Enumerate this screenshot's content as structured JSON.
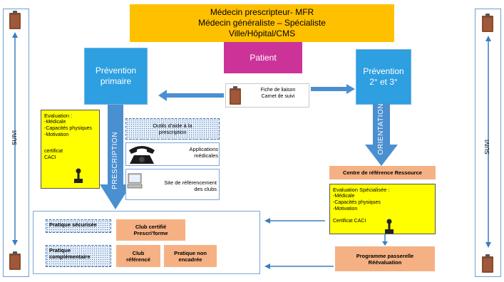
{
  "header": {
    "line1": "Médecin prescripteur- MFR",
    "line2": "Médecin généraliste – Spécialiste",
    "line3": "Ville/Hôpital/CMS"
  },
  "patient": "Patient",
  "prevention_primaire": {
    "line1": "Prévention",
    "line2": "primaire"
  },
  "prevention_secondaire": {
    "line1": "Prévention",
    "line2": "2° et 3°"
  },
  "fiche": {
    "line1": "Fiche de liaison",
    "line2": "Carnet de suivi"
  },
  "evaluation": {
    "title": "Evaluation :",
    "items": [
      "-Médicale",
      "-Capacités physiques",
      "-Motivation"
    ],
    "cert1": "certificat",
    "cert2": "CACI"
  },
  "prescription": "PRESCRIPTION",
  "orientation": "ORIENTATION",
  "tools": {
    "outils_line1": "Outils d'aide à la",
    "outils_line2": "prescription",
    "apps_line1": "Applications",
    "apps_line2": "médicales",
    "site_line1": "Site de référencement",
    "site_line2": "des clubs"
  },
  "centre": "Centre de référence Ressource",
  "eval_spec": {
    "title": "Evaluation Spécialisée :",
    "items": [
      "-Médicale",
      "-Capacités physiques",
      "-Motivation"
    ],
    "cert": "Certificat CACI"
  },
  "programme": {
    "line1": "Programme passerelle",
    "line2": "Réévaluation"
  },
  "practice": {
    "securisee": "Pratique sécurisée",
    "club_certifie_line1": "Club certifié",
    "club_certifie_line2": "Prescri'forme",
    "complementaire_line1": "Pratique",
    "complementaire_line2": "complémentaire",
    "club_ref_line1": "Club",
    "club_ref_line2": "référencé",
    "non_encadree_line1": "Pratique non",
    "non_encadree_line2": "encadrée"
  },
  "suivi_left": "SUIVI",
  "suivi_right": "SUIVI",
  "icons": [
    "clipboard-icon",
    "telephone-icon",
    "computer-icon",
    "stamp-icon"
  ]
}
